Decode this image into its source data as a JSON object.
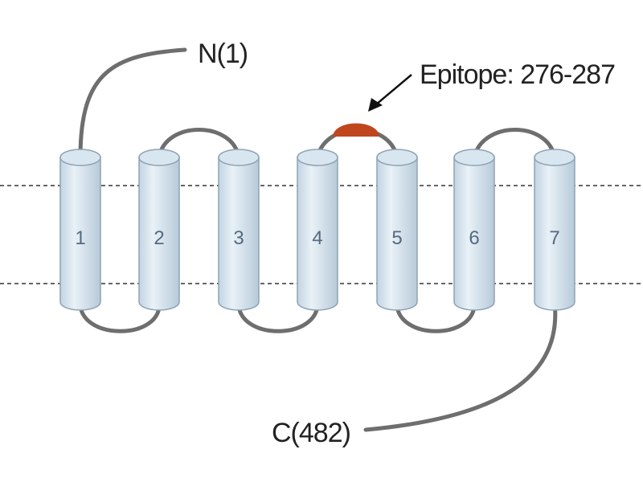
{
  "diagram": {
    "n_terminus_label": "N(1)",
    "c_terminus_label": "C(482)",
    "epitope_label": "Epitope: 276-287",
    "helices": [
      {
        "label": "1"
      },
      {
        "label": "2"
      },
      {
        "label": "3"
      },
      {
        "label": "4"
      },
      {
        "label": "5"
      },
      {
        "label": "6"
      },
      {
        "label": "7"
      }
    ],
    "colors": {
      "helix_fill": "#d8e6f0",
      "helix_stroke": "#8ea3b5",
      "loop": "#6e6e6e",
      "epitope": "#c0461e",
      "membrane_line": "#333333"
    }
  }
}
